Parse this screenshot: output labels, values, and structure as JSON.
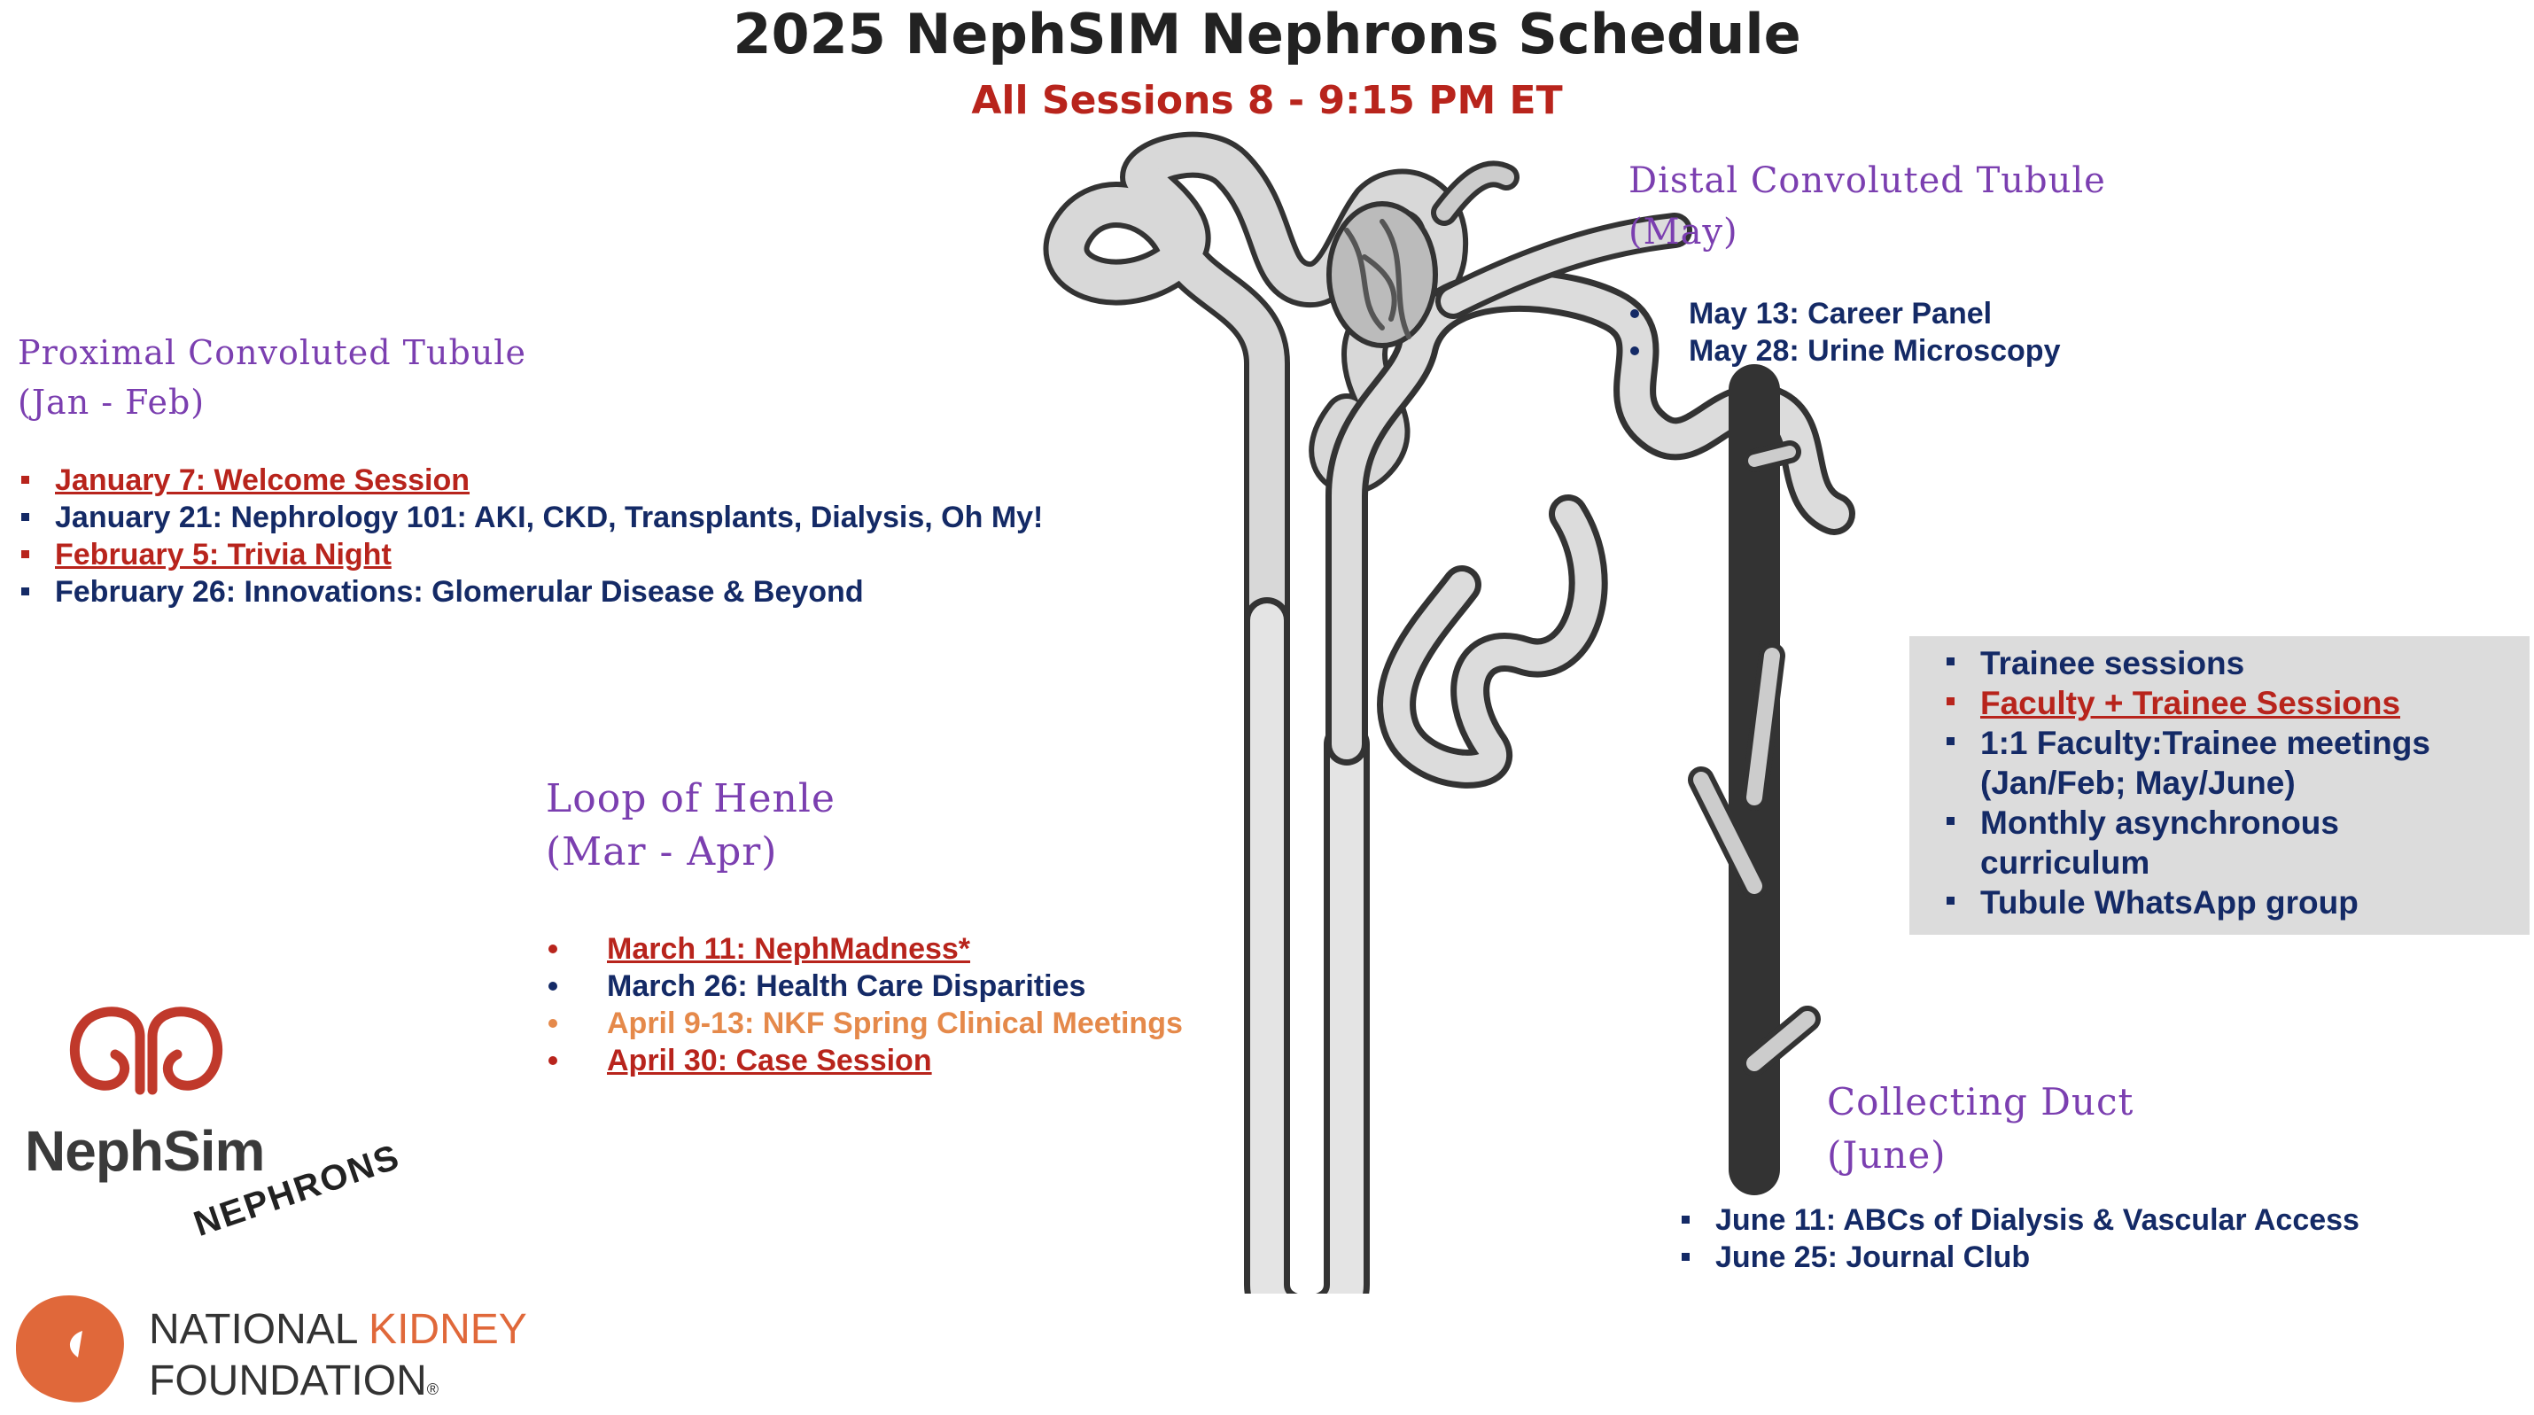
{
  "header": {
    "title": "2025 NephSIM Nephrons Schedule",
    "subtitle": "All Sessions 8 - 9:15 PM ET"
  },
  "pct": {
    "heading_line1": "Proximal Convoluted Tubule",
    "heading_line2": "(Jan - Feb)",
    "items": [
      {
        "text": "January 7: Welcome Session",
        "style": "red"
      },
      {
        "text": "January 21: Nephrology 101: AKI, CKD, Transplants, Dialysis, Oh My!",
        "style": "navy"
      },
      {
        "text": "February 5: Trivia Night ",
        "style": "red"
      },
      {
        "text": "February 26: Innovations: Glomerular Disease & Beyond",
        "style": "navy"
      }
    ]
  },
  "loop": {
    "heading_line1": "Loop of Henle",
    "heading_line2": "(Mar - Apr)",
    "items": [
      {
        "text": "March 11: NephMadness*",
        "style": "red"
      },
      {
        "text": "March 26: Health Care Disparities",
        "style": "navy"
      },
      {
        "text": "April 9-13: NKF Spring Clinical Meetings",
        "style": "orange"
      },
      {
        "text": "April 30: Case Session",
        "style": "red"
      }
    ]
  },
  "dct": {
    "heading_line1": "Distal Convoluted Tubule",
    "heading_line2": "(May)",
    "items": [
      {
        "text": "May 13: Career Panel",
        "style": "navy"
      },
      {
        "text": "May 28: Urine Microscopy",
        "style": "navy"
      }
    ]
  },
  "duct": {
    "heading_line1": "Collecting Duct",
    "heading_line2": "(June)",
    "items": [
      {
        "text": "June 11: ABCs of Dialysis & Vascular Access",
        "style": "navy"
      },
      {
        "text": "June 25: Journal Club",
        "style": "navy"
      }
    ]
  },
  "legend": {
    "items": [
      {
        "text": "Trainee sessions",
        "style": "navy"
      },
      {
        "text": "Faculty + Trainee Sessions",
        "style": "red"
      },
      {
        "text": "1:1 Faculty:Trainee meetings",
        "style": "navy"
      },
      {
        "text": "(Jan/Feb; May/June)",
        "style": "navy",
        "continuation": true
      },
      {
        "text": "Monthly asynchronous",
        "style": "navy"
      },
      {
        "text": "curriculum",
        "style": "navy",
        "continuation": true
      },
      {
        "text": "Tubule WhatsApp group",
        "style": "navy"
      }
    ]
  },
  "logos": {
    "nephsim_wordmark": "NephSim",
    "nephrons_stamp": "NEPHRONS",
    "nkf_line1_a": "NATIONAL ",
    "nkf_line1_b": "KIDNEY",
    "nkf_line2": "FOUNDATION",
    "nkf_reg": "®"
  },
  "colors": {
    "navy": "#142a66",
    "red": "#b8241c",
    "orange": "#e5894a",
    "purple": "#7b3fb0",
    "nkf_orange": "#e0683a",
    "nephsim_red": "#c0392b"
  }
}
